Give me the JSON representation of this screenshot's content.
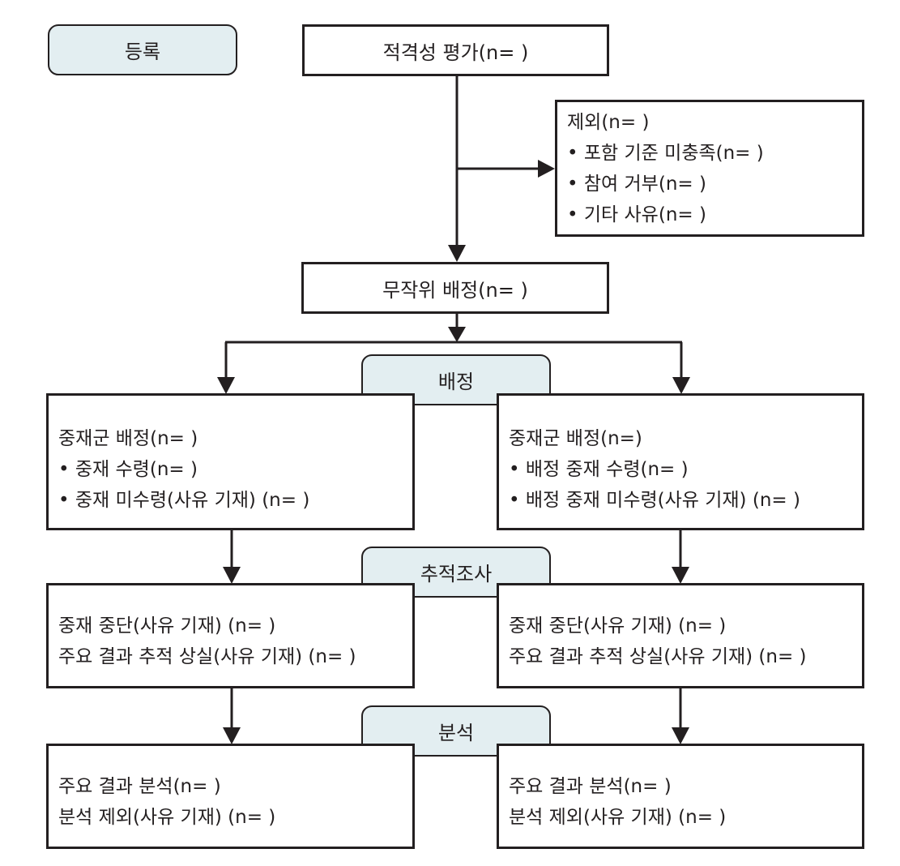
{
  "stages": {
    "enrollment": "등록",
    "allocation": "배정",
    "follow_up": "추적조사",
    "analysis": "분석"
  },
  "eligibility": "적격성 평가(n= )",
  "excluded": {
    "title": "제외(n= )",
    "items": [
      "포함 기준 미충족(n= )",
      "참여 거부(n= )",
      "기타 사유(n= )"
    ]
  },
  "randomized": "무작위 배정(n= )",
  "allocation": {
    "left": {
      "title": "중재군 배정(n= )",
      "items": [
        "중재 수령(n= )",
        "중재 미수령(사유 기재) (n= )"
      ]
    },
    "right": {
      "title": "중재군 배정(n=)",
      "items": [
        "배정 중재 수령(n= )",
        "배정 중재 미수령(사유 기재) (n= )"
      ]
    }
  },
  "follow_up": {
    "left": [
      "중재 중단(사유 기재) (n= )",
      "주요 결과 추적 상실(사유 기재) (n= )"
    ],
    "right": [
      "중재 중단(사유 기재) (n= )",
      "주요 결과 추적 상실(사유 기재) (n= )"
    ]
  },
  "analysis": {
    "left": [
      "주요 결과 분석(n= )",
      "분석 제외(사유 기재) (n= )"
    ],
    "right": [
      "주요 결과 분석(n= )",
      "분석 제외(사유 기재) (n= )"
    ]
  },
  "colors": {
    "stage_fill": "#e3eef1",
    "stroke": "#231f20",
    "box_fill": "#ffffff"
  }
}
